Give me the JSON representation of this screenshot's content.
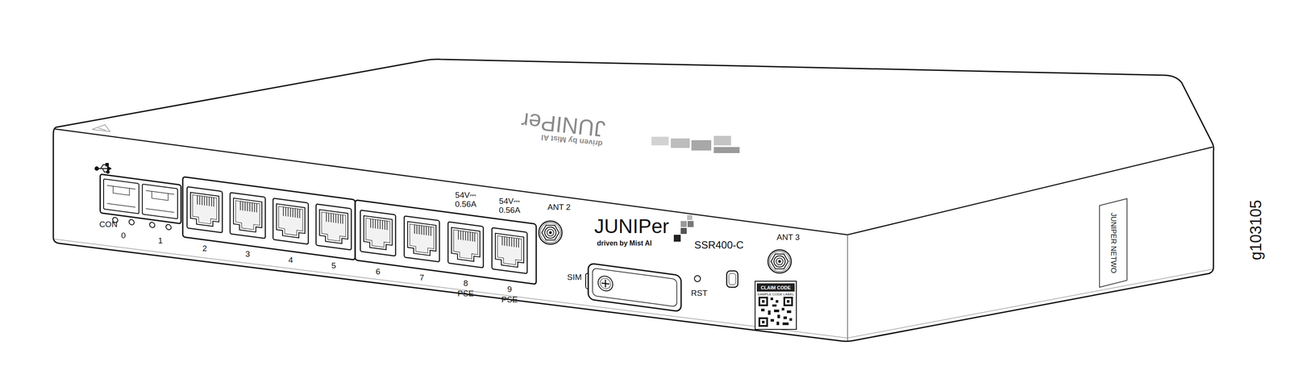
{
  "diagram": {
    "labels": [
      "CON",
      "0",
      "1",
      "2",
      "3",
      "4",
      "5",
      "6",
      "7",
      "8",
      "PSE",
      "9",
      "PSE",
      "54V⎓ 0.56A",
      "54V⎓ 0.56A",
      "ANT 2",
      "JUNIPer",
      "driven by Mist AI",
      "SSR400-C",
      "SIM",
      "RST",
      "ANT 3",
      "CLAIM CODE",
      "SAMPLE CODE LABEL",
      "JUNIPER NETWO",
      "JUNIPer",
      "driven by Mist AI",
      "g103105"
    ]
  }
}
